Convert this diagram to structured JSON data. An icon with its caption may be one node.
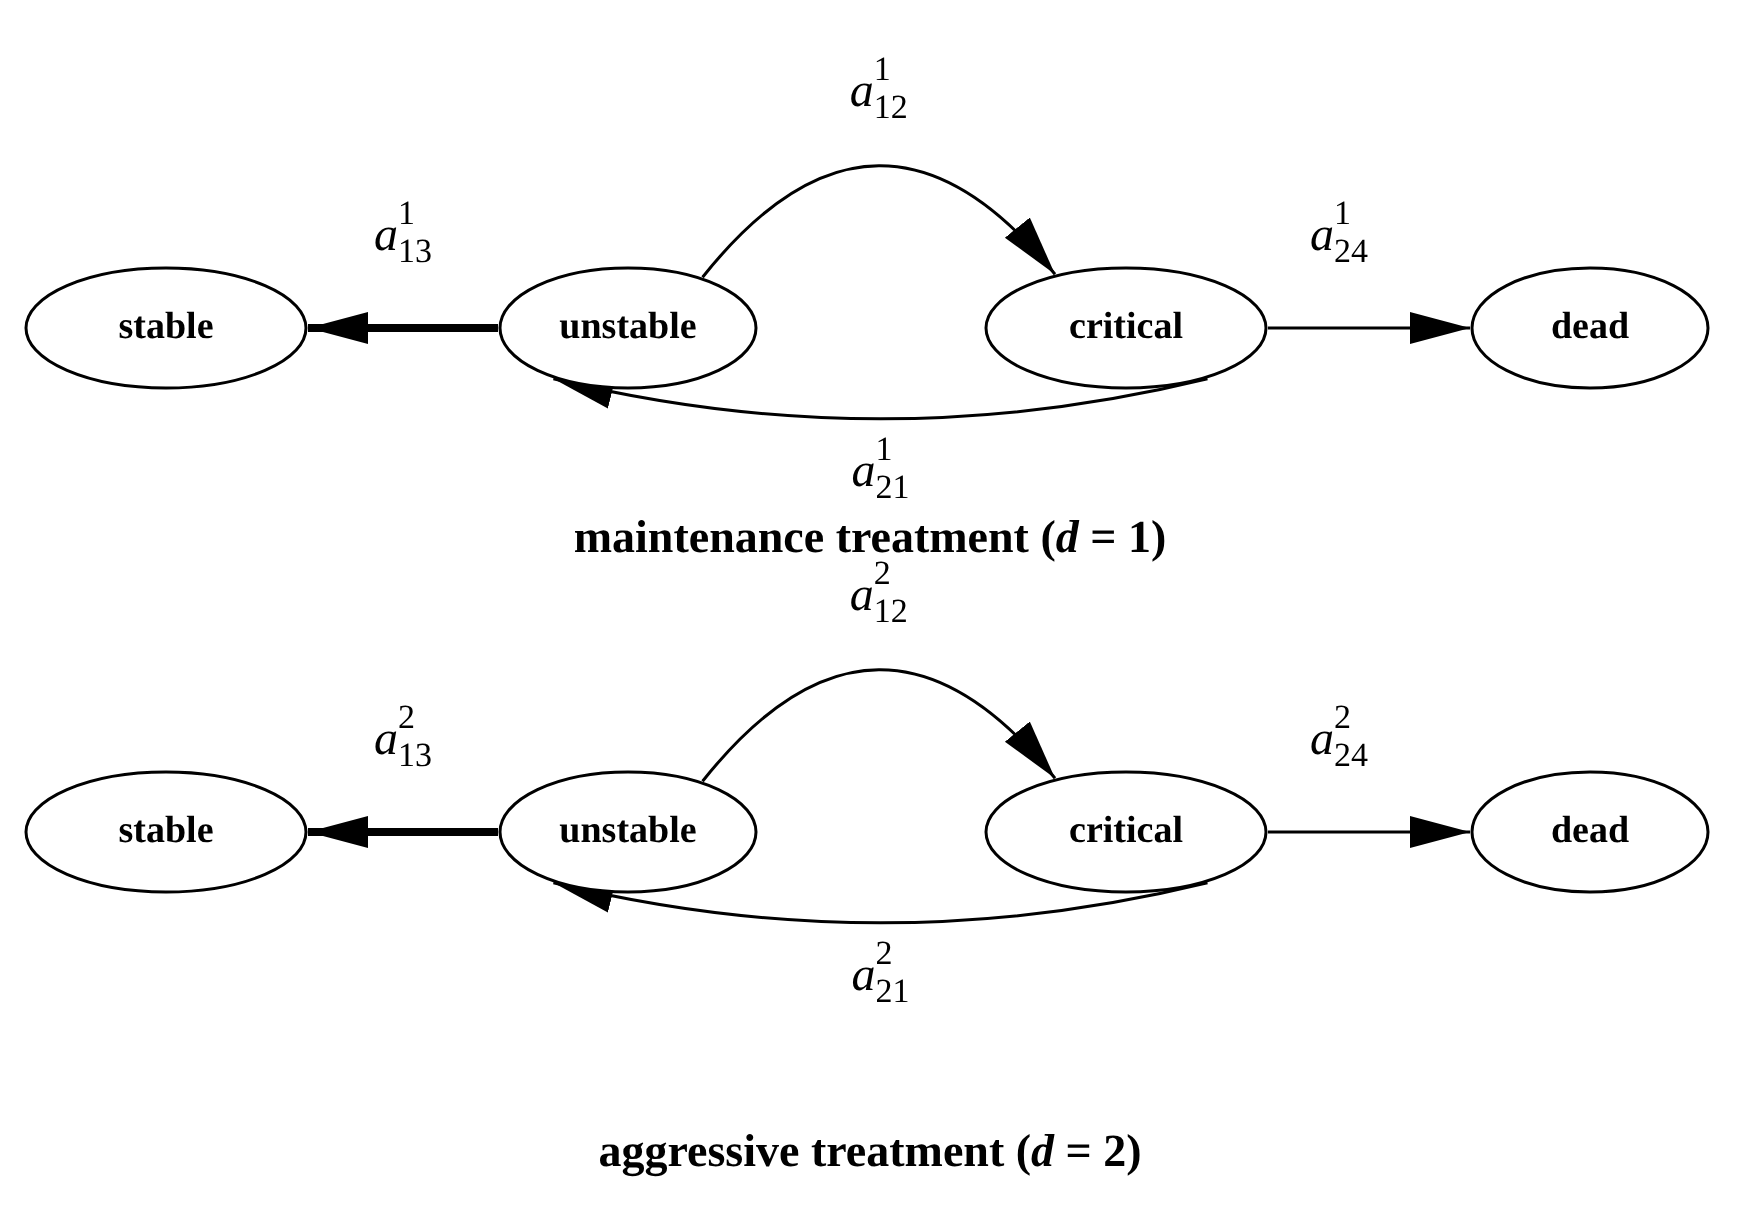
{
  "diagram": {
    "nodes": [
      {
        "text": [
          "stable"
        ]
      },
      {
        "text": [
          "unstable"
        ]
      },
      {
        "text": [
          "critical"
        ]
      },
      {
        "text": [
          "dead"
        ]
      },
      {
        "text": [
          "stable"
        ]
      },
      {
        "text": [
          "unstable"
        ]
      },
      {
        "text": [
          "critical"
        ]
      },
      {
        "text": [
          "dead"
        ]
      }
    ],
    "edges": [
      {
        "from": 1,
        "to": 0,
        "arrow": "to",
        "style": "thick",
        "label": "*a*$^{1}$$_{13}$"
      },
      {
        "from": 1,
        "to": 2,
        "arrow": "to",
        "label": "*a*$^{1}$$_{12}$"
      },
      {
        "from": 2,
        "to": 1,
        "arrow": "to",
        "label": "*a*$^{1}$$_{21}$"
      },
      {
        "from": 2,
        "to": 3,
        "arrow": "to",
        "label": "*a*$^{1}$$_{24}$"
      },
      {
        "from": 5,
        "to": 4,
        "arrow": "to",
        "style": "thick",
        "label": "*a*$^{2}$$_{13}$"
      },
      {
        "from": 5,
        "to": 6,
        "arrow": "to",
        "label": "*a*$^{2}$$_{12}$"
      },
      {
        "from": 6,
        "to": 5,
        "arrow": "to",
        "label": "*a*$^{2}$$_{21}$"
      },
      {
        "from": 6,
        "to": 7,
        "arrow": "to",
        "label": "*a*$^{2}$$_{24}$"
      }
    ],
    "labels": [
      "maintenance treatment (*d* = 1)",
      "aggressive treatment (*d* = 2)"
    ]
  }
}
